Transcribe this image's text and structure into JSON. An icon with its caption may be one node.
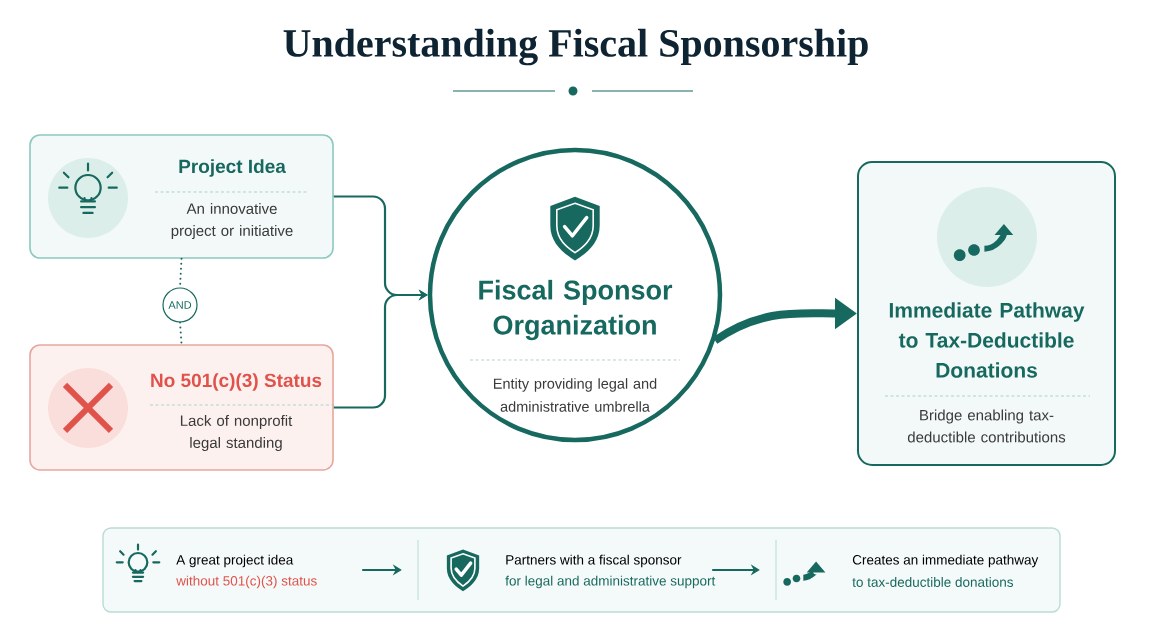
{
  "diagram": {
    "title": "Understanding Fiscal Sponsorship",
    "nodes": [
      {
        "text": [
          "Project Idea",
          "An innovative project or initiative"
        ]
      },
      {
        "text": [
          "AND"
        ]
      },
      {
        "text": [
          "No 501(c)(3) Status",
          "Lack of nonprofit legal standing"
        ]
      },
      {
        "text": [
          "Fiscal Sponsor Organization",
          "Entity providing legal and administrative umbrella"
        ]
      },
      {
        "text": [
          "Immediate Pathway to Tax-Deductible Donations",
          "Bridge enabling tax-deductible contributions"
        ]
      },
      {
        "text": [],
        "shape": "box"
      },
      {
        "text": [
          "A great project idea",
          "without 501(c)(3) status"
        ],
        "in": 5
      },
      {
        "text": [
          "Partners with a fiscal sponsor",
          "for legal and administrative support"
        ],
        "in": 5
      },
      {
        "text": [
          "Creates an immediate pathway",
          "to tax-deductible donations"
        ],
        "in": 5
      }
    ],
    "edges": [
      {
        "from": 0,
        "to": 1,
        "arrow": "none",
        "style": "dashed"
      },
      {
        "from": 1,
        "to": 2,
        "arrow": "none",
        "style": "dashed"
      },
      {
        "from": 0,
        "to": 3,
        "arrow": "to"
      },
      {
        "from": 2,
        "to": 3,
        "arrow": "to"
      },
      {
        "from": 3,
        "to": 4,
        "arrow": "to",
        "style": "thick"
      },
      {
        "from": 6,
        "to": 7,
        "arrow": "to"
      },
      {
        "from": 7,
        "to": 8,
        "arrow": "to"
      }
    ]
  }
}
